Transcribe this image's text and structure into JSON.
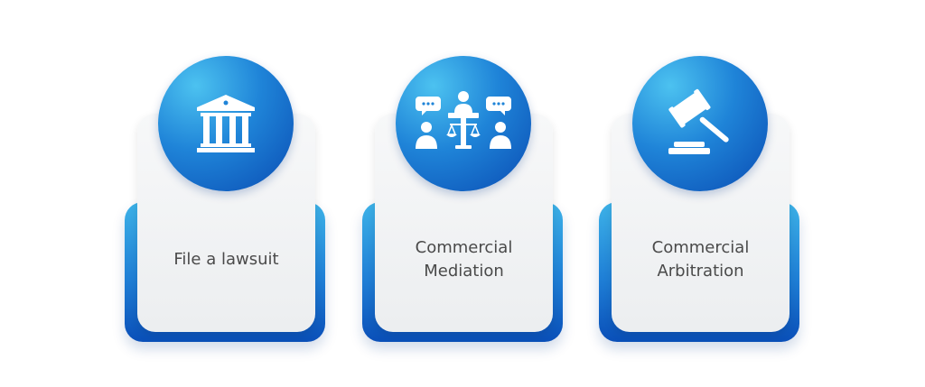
{
  "cards": [
    {
      "label": "File a lawsuit",
      "icon": "courthouse-icon"
    },
    {
      "label": "Commercial\nMediation",
      "icon": "mediation-icon"
    },
    {
      "label": "Commercial\nArbitration",
      "icon": "gavel-icon"
    }
  ],
  "colors": {
    "accent_light": "#3db2e8",
    "accent_dark": "#0a4cb3",
    "card_gray": "#eceef0",
    "text": "#4a4a4a"
  }
}
